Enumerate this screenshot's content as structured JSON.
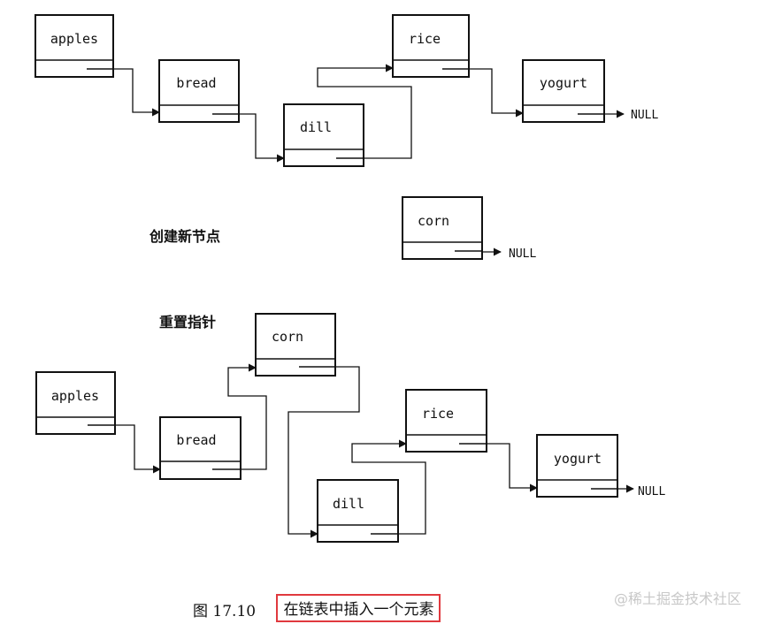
{
  "section_labels": {
    "create_node": "创建新节点",
    "reset_pointers": "重置指针"
  },
  "null_text": "NULL",
  "caption": {
    "figure_number": "图 17.10",
    "title": "在链表中插入一个元素"
  },
  "watermark": "@稀土掘金技术社区",
  "top_list": [
    "apples",
    "bread",
    "dill",
    "rice",
    "yogurt"
  ],
  "new_node": "corn",
  "bottom_list": [
    "apples",
    "bread",
    "corn",
    "dill",
    "rice",
    "yogurt"
  ]
}
